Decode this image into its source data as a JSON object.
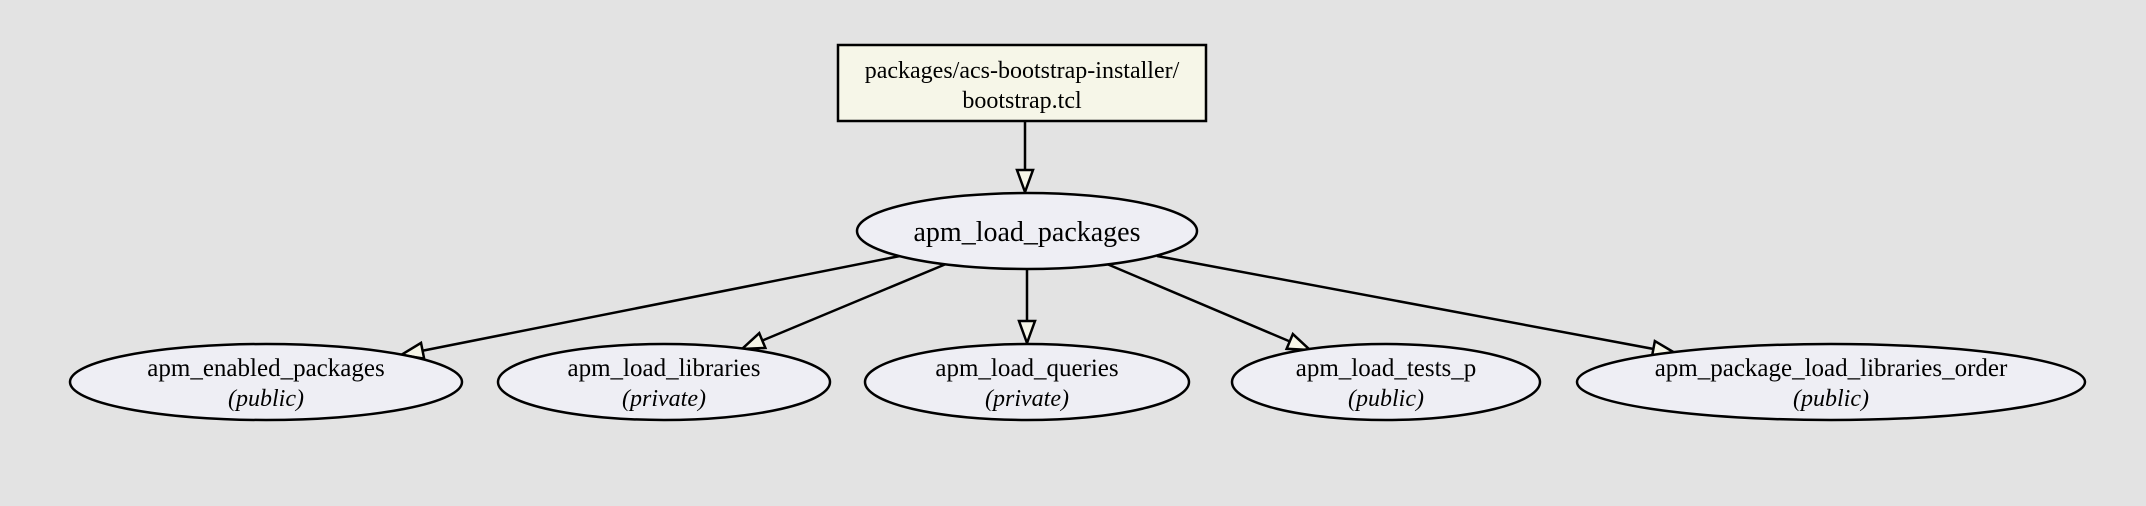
{
  "diagram": {
    "type": "call-graph",
    "colors": {
      "background": "#e3e3e3",
      "box_fill": "#f6f6e8",
      "ellipse_fill": "#eeeef4",
      "stroke": "#000000",
      "arrowhead_fill": "#f6f6e8"
    },
    "root_file": {
      "label_line1": "packages/acs-bootstrap-installer/",
      "label_line2": "bootstrap.tcl"
    },
    "center_node": {
      "label": "apm_load_packages"
    },
    "leaf_nodes": [
      {
        "label": "apm_enabled_packages",
        "visibility": "(public)"
      },
      {
        "label": "apm_load_libraries",
        "visibility": "(private)"
      },
      {
        "label": "apm_load_queries",
        "visibility": "(private)"
      },
      {
        "label": "apm_load_tests_p",
        "visibility": "(public)"
      },
      {
        "label": "apm_package_load_libraries_order",
        "visibility": "(public)"
      }
    ],
    "edges": [
      {
        "from": "packages/acs-bootstrap-installer/bootstrap.tcl",
        "to": "apm_load_packages"
      },
      {
        "from": "apm_load_packages",
        "to": "apm_enabled_packages"
      },
      {
        "from": "apm_load_packages",
        "to": "apm_load_libraries"
      },
      {
        "from": "apm_load_packages",
        "to": "apm_load_queries"
      },
      {
        "from": "apm_load_packages",
        "to": "apm_load_tests_p"
      },
      {
        "from": "apm_load_packages",
        "to": "apm_package_load_libraries_order"
      }
    ]
  }
}
